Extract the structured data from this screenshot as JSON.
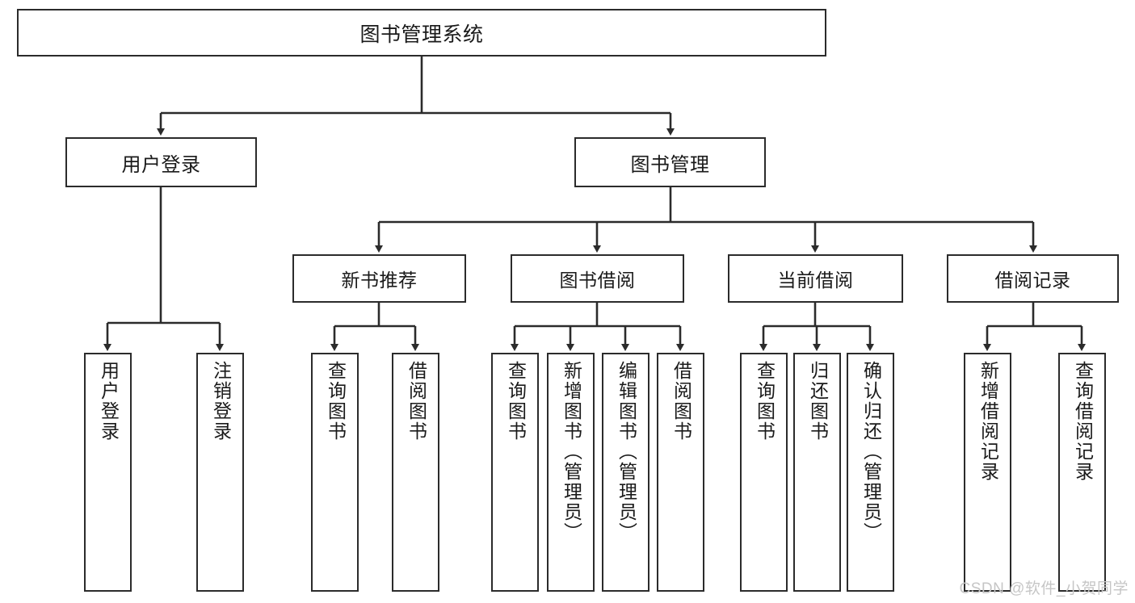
{
  "diagram": {
    "type": "tree-hierarchy",
    "title": "图书管理系统",
    "orientation": "top-down",
    "watermark": "CSDN @软件_小贺同学",
    "colors": {
      "box_border": "#2b2b2b",
      "box_fill": "#ffffff",
      "edge": "#2b2b2b",
      "text": "#1a1a1a",
      "watermark": "#c6c6c6",
      "background": "#ffffff"
    }
  },
  "nodes": {
    "root": {
      "label": "图书管理系统",
      "level": 1
    },
    "level2": [
      {
        "id": "user-login",
        "label": "用户登录"
      },
      {
        "id": "book-manage",
        "label": "图书管理"
      }
    ],
    "level3": [
      {
        "id": "new-book-recommend",
        "label": "新书推荐"
      },
      {
        "id": "book-borrow",
        "label": "图书借阅"
      },
      {
        "id": "current-borrow",
        "label": "当前借阅"
      },
      {
        "id": "borrow-record",
        "label": "借阅记录"
      }
    ],
    "leaves": {
      "user_login": [
        {
          "id": "leaf-user-login",
          "label": "用户登录"
        },
        {
          "id": "leaf-logout-login",
          "label": "注销登录"
        }
      ],
      "new_book_recommend": [
        {
          "id": "leaf-query-book-1",
          "label": "查询图书"
        },
        {
          "id": "leaf-borrow-book-1",
          "label": "借阅图书"
        }
      ],
      "book_borrow": [
        {
          "id": "leaf-query-book-2",
          "label": "查询图书"
        },
        {
          "id": "leaf-add-book",
          "label": "新增图书（管理员）"
        },
        {
          "id": "leaf-edit-book",
          "label": "编辑图书（管理员）"
        },
        {
          "id": "leaf-borrow-book-2",
          "label": "借阅图书"
        }
      ],
      "current_borrow": [
        {
          "id": "leaf-query-book-3",
          "label": "查询图书"
        },
        {
          "id": "leaf-return-book",
          "label": "归还图书"
        },
        {
          "id": "leaf-confirm-return",
          "label": "确认归还（管理员）"
        }
      ],
      "borrow_record": [
        {
          "id": "leaf-add-record",
          "label": "新增借阅记录"
        },
        {
          "id": "leaf-query-record",
          "label": "查询借阅记录"
        }
      ]
    }
  }
}
